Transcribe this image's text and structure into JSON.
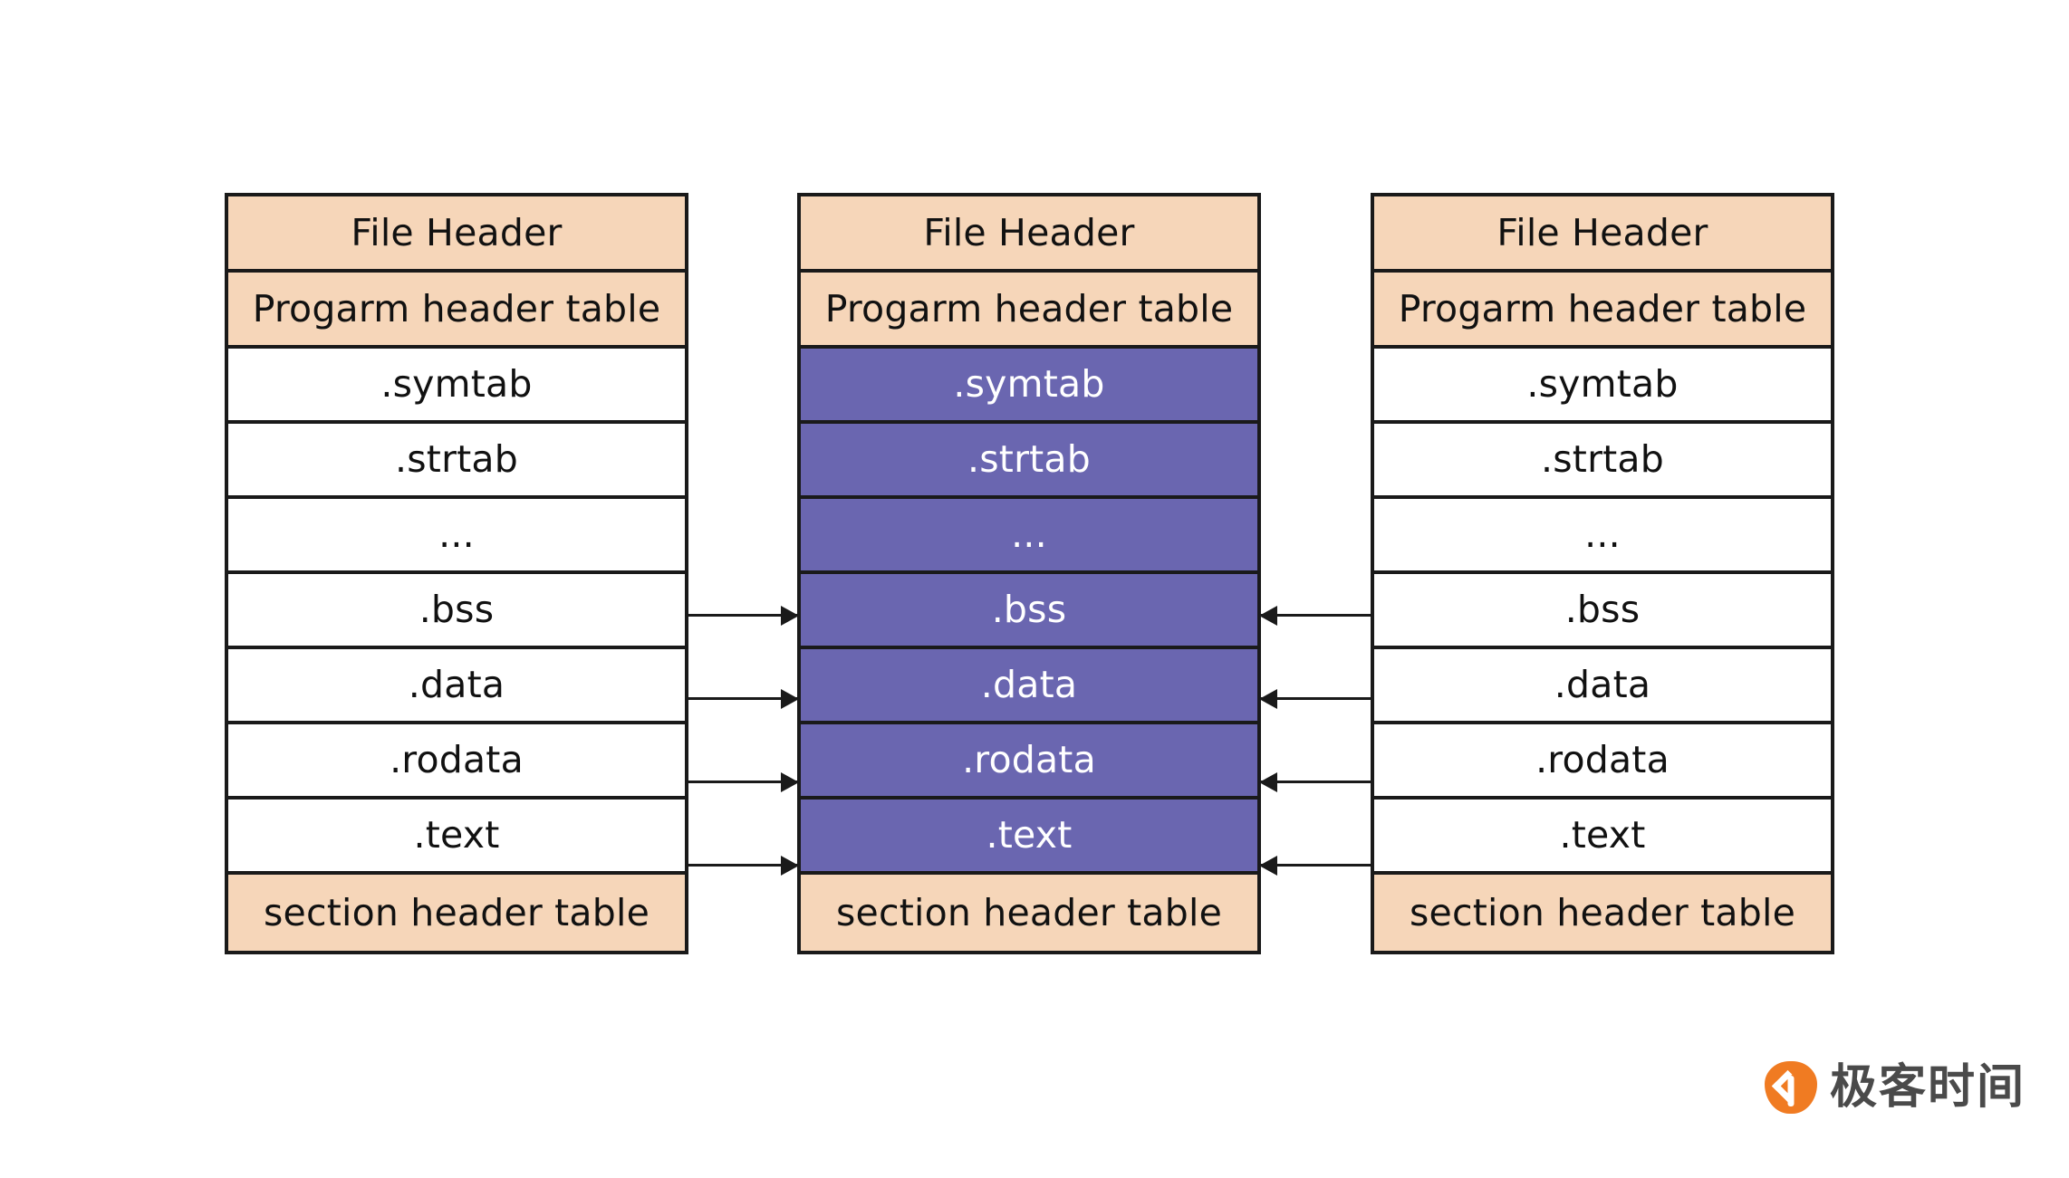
{
  "diagram": {
    "title": "ELF object file linking diagram",
    "colors": {
      "header_fill": "#F6D6B9",
      "highlight_fill": "#6A66B0",
      "plain_fill": "#FFFFFF",
      "stroke": "#1A1A1A",
      "highlight_text": "#FFFFFF",
      "logo_orange": "#F07B22",
      "logo_gray": "#4A4A4A"
    },
    "columns": [
      {
        "id": "input-object-file-left",
        "rows": [
          {
            "label": "File Header",
            "fill": "peach",
            "kind": "head"
          },
          {
            "label": "Progarm header table",
            "fill": "peach",
            "kind": "head"
          },
          {
            "label": ".symtab",
            "fill": "white",
            "kind": "sec"
          },
          {
            "label": ".strtab",
            "fill": "white",
            "kind": "sec"
          },
          {
            "label": "...",
            "fill": "white",
            "kind": "sec"
          },
          {
            "label": ".bss",
            "fill": "white",
            "kind": "sec"
          },
          {
            "label": ".data",
            "fill": "white",
            "kind": "sec"
          },
          {
            "label": ".rodata",
            "fill": "white",
            "kind": "sec"
          },
          {
            "label": ".text",
            "fill": "white",
            "kind": "sec"
          },
          {
            "label": "section header table",
            "fill": "peach",
            "kind": "head"
          }
        ]
      },
      {
        "id": "output-executable-center",
        "rows": [
          {
            "label": "File Header",
            "fill": "peach",
            "kind": "head"
          },
          {
            "label": "Progarm header table",
            "fill": "peach",
            "kind": "head"
          },
          {
            "label": ".symtab",
            "fill": "purple",
            "kind": "sec"
          },
          {
            "label": ".strtab",
            "fill": "purple",
            "kind": "sec"
          },
          {
            "label": "...",
            "fill": "purple",
            "kind": "sec"
          },
          {
            "label": ".bss",
            "fill": "purple",
            "kind": "sec"
          },
          {
            "label": ".data",
            "fill": "purple",
            "kind": "sec"
          },
          {
            "label": ".rodata",
            "fill": "purple",
            "kind": "sec"
          },
          {
            "label": ".text",
            "fill": "purple",
            "kind": "sec"
          },
          {
            "label": "section header table",
            "fill": "peach",
            "kind": "head"
          }
        ]
      },
      {
        "id": "input-object-file-right",
        "rows": [
          {
            "label": "File Header",
            "fill": "peach",
            "kind": "head"
          },
          {
            "label": "Progarm header table",
            "fill": "peach",
            "kind": "head"
          },
          {
            "label": ".symtab",
            "fill": "white",
            "kind": "sec"
          },
          {
            "label": ".strtab",
            "fill": "white",
            "kind": "sec"
          },
          {
            "label": "...",
            "fill": "white",
            "kind": "sec"
          },
          {
            "label": ".bss",
            "fill": "white",
            "kind": "sec"
          },
          {
            "label": ".data",
            "fill": "white",
            "kind": "sec"
          },
          {
            "label": ".rodata",
            "fill": "white",
            "kind": "sec"
          },
          {
            "label": ".text",
            "fill": "white",
            "kind": "sec"
          },
          {
            "label": "section header table",
            "fill": "peach",
            "kind": "head"
          }
        ]
      }
    ],
    "arrows": [
      {
        "id": "arrow-left-bss",
        "section": ".bss",
        "direction": "to-right"
      },
      {
        "id": "arrow-left-data",
        "section": ".data",
        "direction": "to-right"
      },
      {
        "id": "arrow-left-rodata",
        "section": ".rodata",
        "direction": "to-right"
      },
      {
        "id": "arrow-left-text",
        "section": ".text",
        "direction": "to-right"
      },
      {
        "id": "arrow-right-bss",
        "section": ".bss",
        "direction": "to-left"
      },
      {
        "id": "arrow-right-data",
        "section": ".data",
        "direction": "to-left"
      },
      {
        "id": "arrow-right-rodata",
        "section": ".rodata",
        "direction": "to-left"
      },
      {
        "id": "arrow-right-text",
        "section": ".text",
        "direction": "to-left"
      }
    ]
  },
  "logo": {
    "text": "极客时间",
    "mark": "geektime-pin-icon"
  }
}
